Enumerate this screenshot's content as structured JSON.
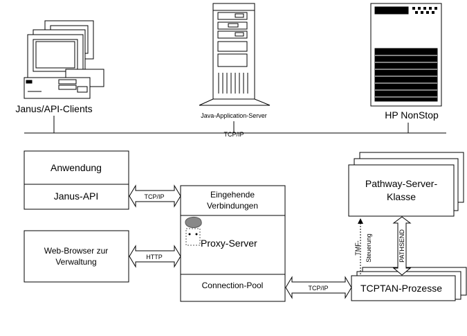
{
  "network": {
    "backbone_label": "TCP/IP"
  },
  "nodes": {
    "clients_label": "Janus/API-Clients",
    "app_server_label": "Java-Application-Server",
    "nonstop_label": "HP NonStop"
  },
  "client_box": {
    "top_label": "Anwendung",
    "bottom_label": "Janus-API"
  },
  "browser_box": {
    "line1": "Web-Browser zur",
    "line2": "Verwaltung"
  },
  "proxy_box": {
    "incoming_line1": "Eingehende",
    "incoming_line2": "Verbindungen",
    "proxy_label": "Proxy-Server",
    "pool_label": "Connection-Pool"
  },
  "pathway_box": {
    "line1": "Pathway-Server-",
    "line2": "Klasse"
  },
  "tcptan_box": {
    "label": "TCPTAN-Prozesse"
  },
  "connectors": {
    "client_proxy": "TCP/IP",
    "browser_proxy": "HTTP",
    "pool_tcptan": "TCP/IP",
    "pathsend": "PATHSEND",
    "tmf_line1": "TMF-",
    "tmf_line2": "Steuerung"
  }
}
